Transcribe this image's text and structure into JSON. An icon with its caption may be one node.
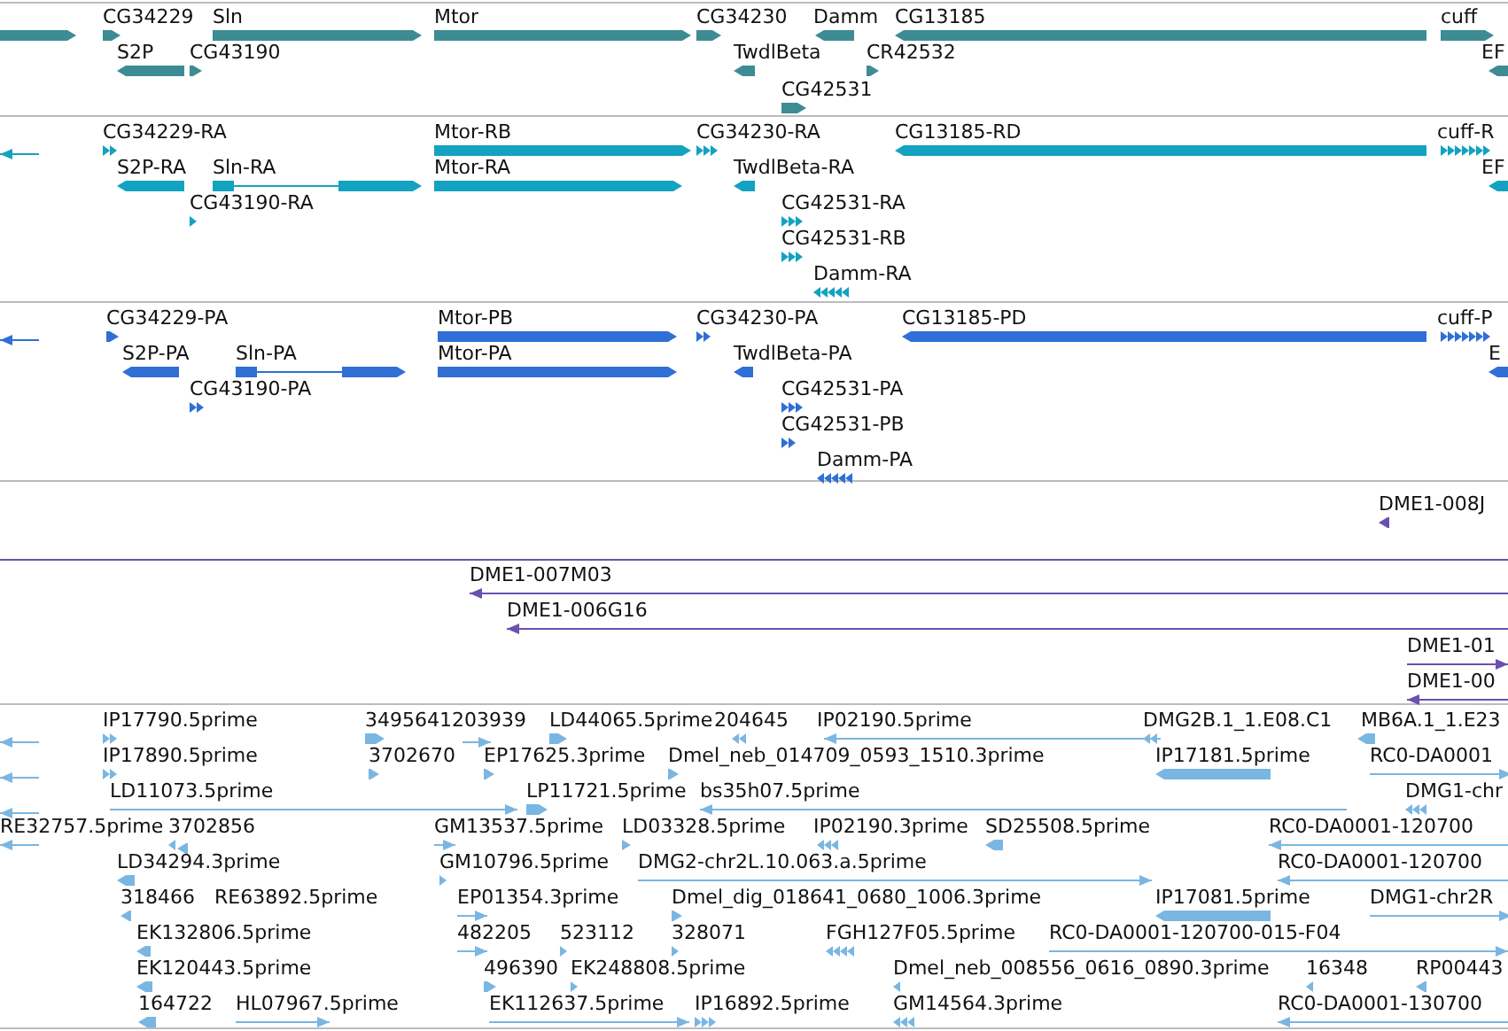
{
  "diagram": {
    "labels": [
      "CG34229",
      "Sln",
      "Mtor",
      "CG34230",
      "Damm",
      "CG13185",
      "cuff",
      "S2P",
      "CG43190",
      "TwdlBeta",
      "CR42532",
      "EF",
      "CG42531",
      "CG34229-RA",
      "Mtor-RB",
      "CG34230-RA",
      "CG13185-RD",
      "cuff-R",
      "S2P-RA",
      "Sln-RA",
      "Mtor-RA",
      "TwdlBeta-RA",
      "EF",
      "CG43190-RA",
      "CG42531-RA",
      "CG42531-RB",
      "Damm-RA",
      "CG34229-PA",
      "Mtor-PB",
      "CG34230-PA",
      "CG13185-PD",
      "cuff-P",
      "S2P-PA",
      "Sln-PA",
      "Mtor-PA",
      "TwdlBeta-PA",
      "E",
      "CG43190-PA",
      "CG42531-PA",
      "CG42531-PB",
      "Damm-PA",
      "DME1-008J",
      "DME1-007M03",
      "DME1-006G16",
      "DME1-01",
      "DME1-00",
      "IP17790.5prime",
      "3495641203939",
      "LD44065.5prime",
      "204645",
      "IP02190.5prime",
      "DMG2B.1_1.E08.C1",
      "MB6A.1_1.E23",
      "IP17890.5prime",
      "3702670",
      "EP17625.3prime",
      "Dmel_neb_014709_0593_1510.3prime",
      "IP17181.5prime",
      "RC0-DA0001",
      "LD11073.5prime",
      "LP11721.5prime",
      "bs35h07.5prime",
      "DMG1-chr",
      "RE32757.5prime",
      "3702856",
      "GM13537.5prime",
      "LD03328.5prime",
      "IP02190.3prime",
      "SD25508.5prime",
      "RC0-DA0001-120700",
      "LD34294.3prime",
      "GM10796.5prime",
      "DMG2-chr2L.10.063.a.5prime",
      "RC0-DA0001-120700",
      "318466",
      "RE63892.5prime",
      "EP01354.3prime",
      "Dmel_dig_018641_0680_1006.3prime",
      "IP17081.5prime",
      "DMG1-chr2R",
      "EK132806.5prime",
      "482205",
      "523112",
      "328071",
      "FGH127F05.5prime",
      "RC0-DA0001-120700-015-F04",
      "EK120443.5prime",
      "496390",
      "EK248808.5prime",
      "Dmel_neb_008556_0616_0890.3prime",
      "16348",
      "RP00443",
      "164722",
      "HL07967.5prime",
      "EK112637.5prime",
      "IP16892.5prime",
      "GM14564.3prime",
      "RC0-DA0001-130700"
    ]
  }
}
